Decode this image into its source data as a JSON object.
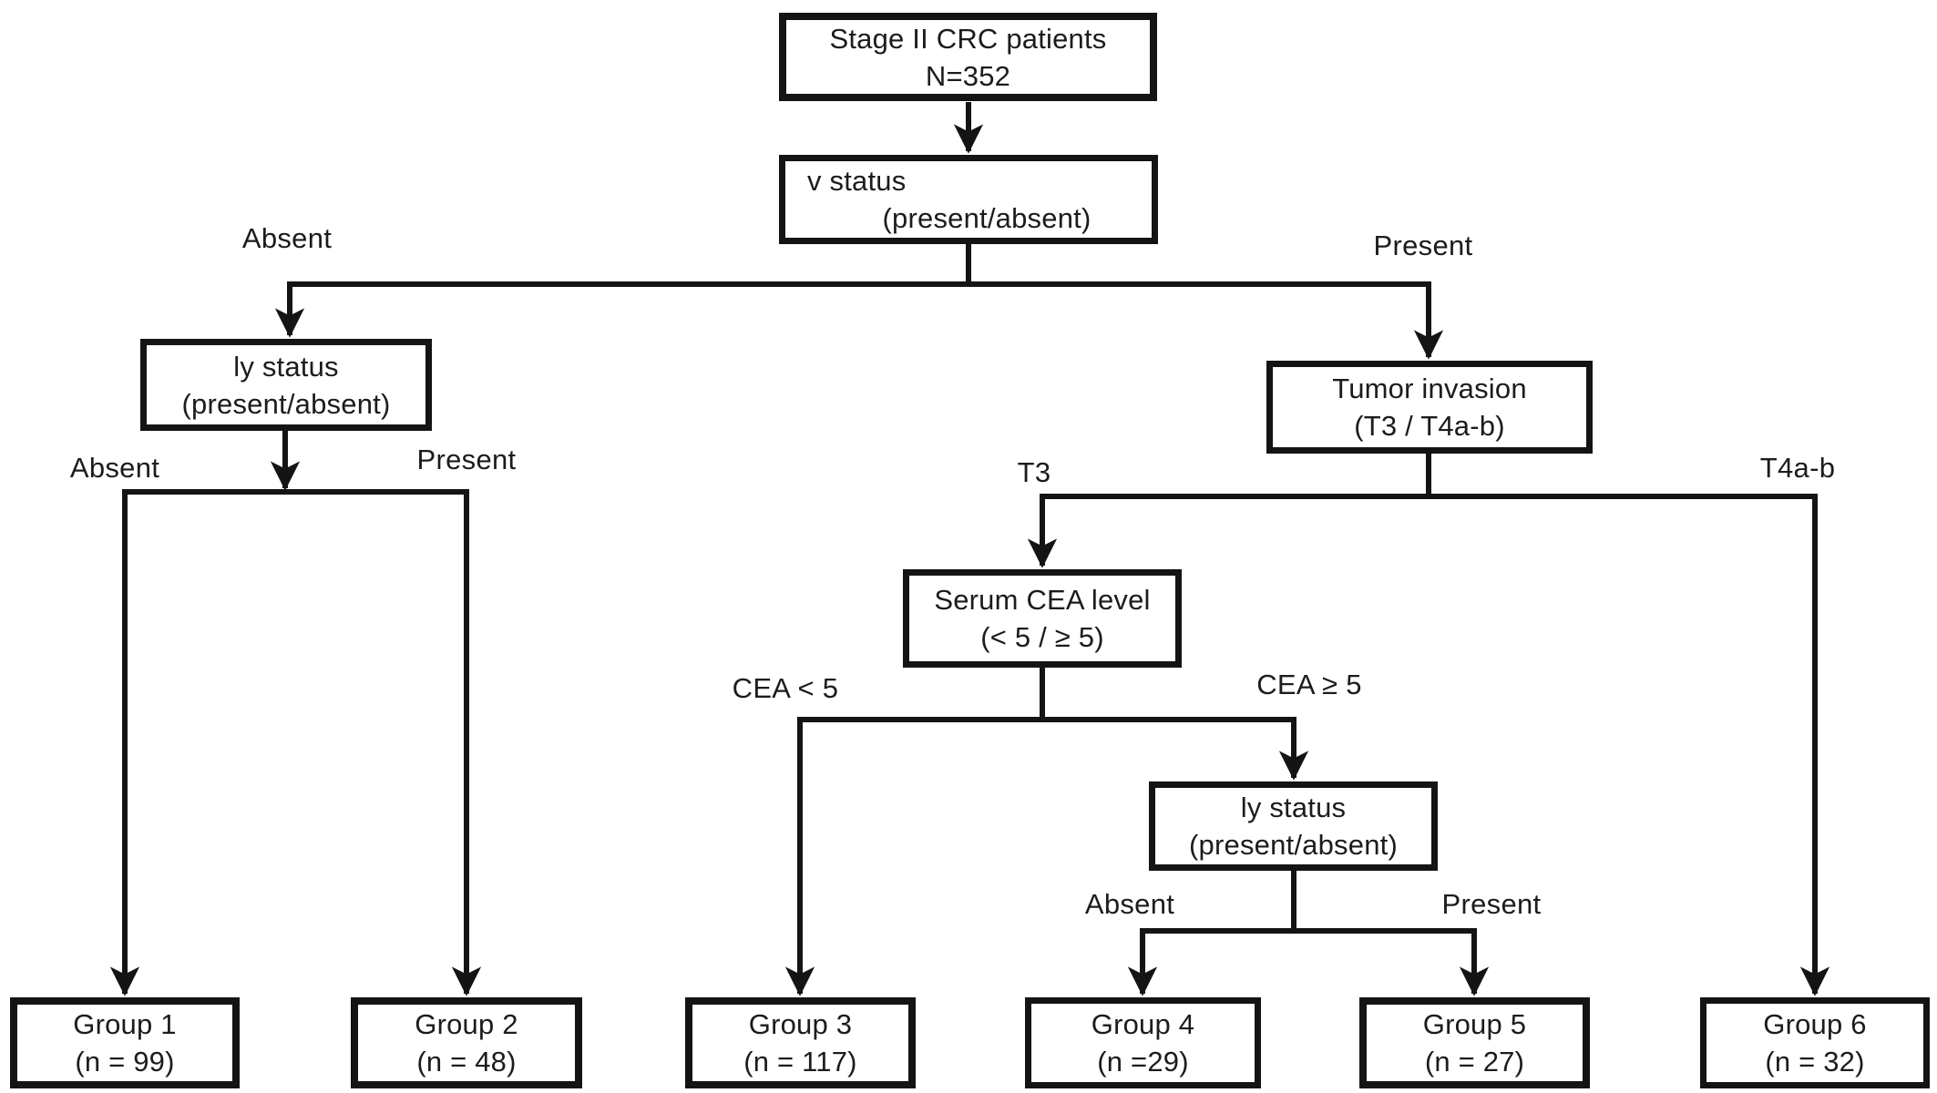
{
  "colors": {
    "line": "#141414",
    "text": "#1c1c1c",
    "background": "#ffffff"
  },
  "nodes": {
    "root": {
      "line1": "Stage II CRC patients",
      "line2": "N=352"
    },
    "v_status": {
      "line1": "v status",
      "line2": "(present/absent)"
    },
    "ly_status_1": {
      "line1": "ly status",
      "line2": "(present/absent)"
    },
    "tumor_invasion": {
      "line1": "Tumor invasion",
      "line2": "(T3 / T4a-b)"
    },
    "serum_cea": {
      "line1": "Serum CEA level",
      "line2": "(< 5 / ≥ 5)"
    },
    "ly_status_2": {
      "line1": "ly status",
      "line2": "(present/absent)"
    },
    "group1": {
      "line1": "Group 1",
      "line2": "(n = 99)"
    },
    "group2": {
      "line1": "Group 2",
      "line2": "(n = 48)"
    },
    "group3": {
      "line1": "Group 3",
      "line2": "(n = 117)"
    },
    "group4": {
      "line1": "Group 4",
      "line2": "(n =29)"
    },
    "group5": {
      "line1": "Group 5",
      "line2": "(n = 27)"
    },
    "group6": {
      "line1": "Group 6",
      "line2": "(n = 32)"
    }
  },
  "edge_labels": {
    "v_absent": "Absent",
    "v_present": "Present",
    "ly1_absent": "Absent",
    "ly1_present": "Present",
    "t3": "T3",
    "t4ab": "T4a-b",
    "cea_lt5": "CEA < 5",
    "cea_ge5": "CEA ≥ 5",
    "ly2_absent": "Absent",
    "ly2_present": "Present"
  }
}
